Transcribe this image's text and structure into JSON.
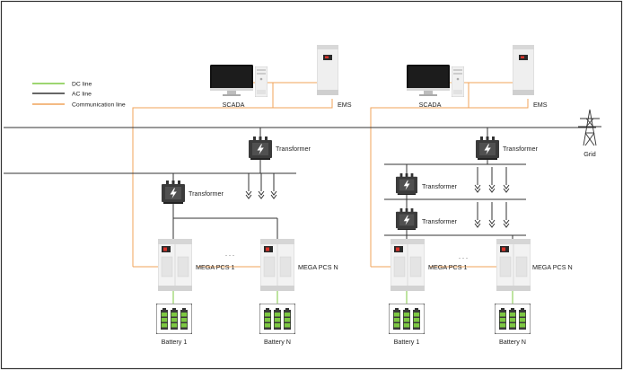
{
  "legend": {
    "dc_line": {
      "label": "DC line",
      "color": "#7dc842"
    },
    "ac_line": {
      "label": "AC line",
      "color": "#333333"
    },
    "comm_line": {
      "label": "Communication line",
      "color": "#f0a35a"
    }
  },
  "labels": {
    "scada": "SCADA",
    "ems": "EMS",
    "grid": "Grid",
    "transformer": "Transformer",
    "pcs_1": "MEGA PCS 1",
    "pcs_n": "MEGA PCS N",
    "battery_1": "Battery 1",
    "battery_n": "Battery N",
    "ellipsis": ". . ."
  },
  "icons": {
    "monitor": "computer-monitor-icon",
    "tower": "computer-tower-icon",
    "ems_cabinet": "ems-cabinet-icon",
    "transformer": "transformer-icon",
    "pcs": "pcs-cabinet-icon",
    "battery": "battery-rack-icon",
    "grid": "transmission-tower-icon",
    "load": "load-arrow-icon"
  },
  "colors": {
    "frame": "#333333",
    "device_body": "#eeeeee",
    "device_dark": "#2a2a2a",
    "accent_red": "#d9342b"
  }
}
